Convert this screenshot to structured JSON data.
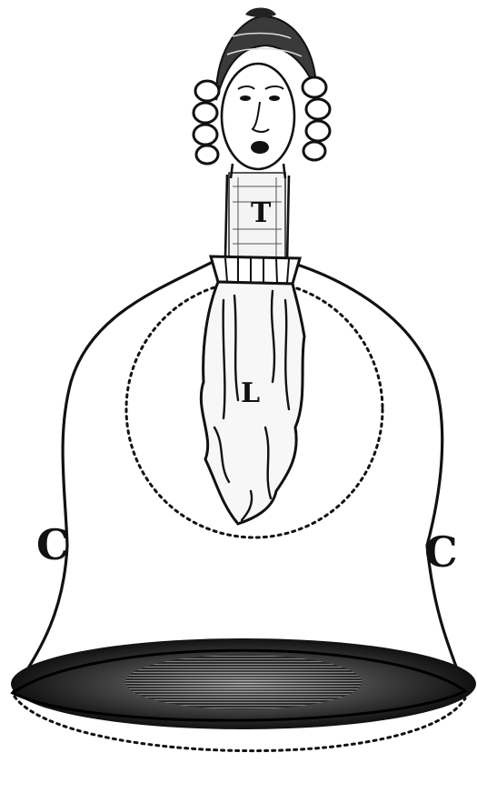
{
  "labels": {
    "trachea": "T",
    "lungs": "L",
    "chamber_left": "C",
    "chamber_right": "C"
  }
}
